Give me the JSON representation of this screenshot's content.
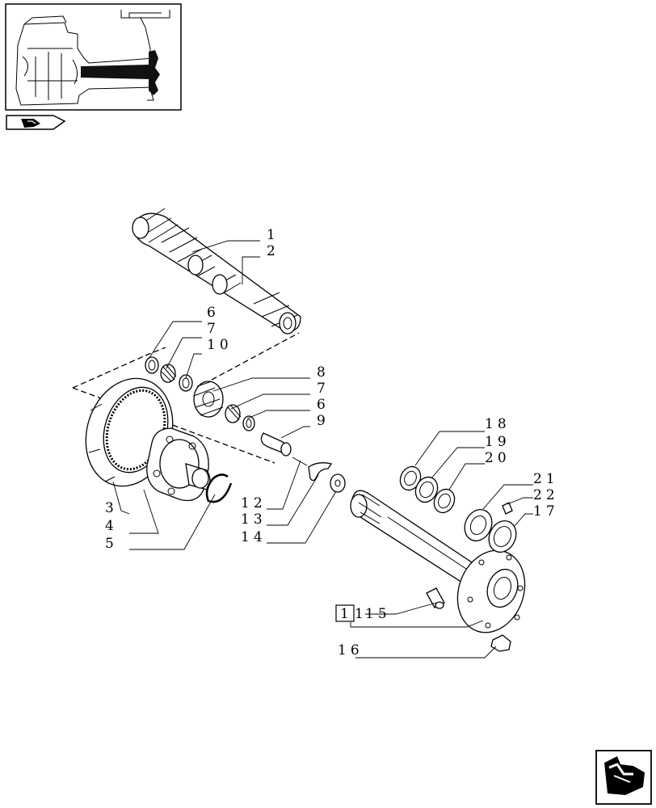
{
  "thumbnail": {
    "icon": "transmission-overview-thumbnail"
  },
  "nav": {
    "prev_icon": "back-arrow-icon",
    "next_icon": "forward-arrow-icon"
  },
  "callouts": {
    "c1": "1",
    "c2": "2",
    "c3": "3",
    "c4": "4",
    "c5": "5",
    "c6a": "6",
    "c6b": "6",
    "c7a": "7",
    "c7b": "7",
    "c8": "8",
    "c9": "9",
    "c10": "10",
    "c12": "12",
    "c13": "13",
    "c14": "14",
    "c15": "15",
    "c16": "16",
    "c17": "17",
    "c18": "18",
    "c19": "19",
    "c20": "20",
    "c21": "21",
    "c22": "22",
    "boxed_ref": "1",
    "c1_prefix": "1"
  }
}
